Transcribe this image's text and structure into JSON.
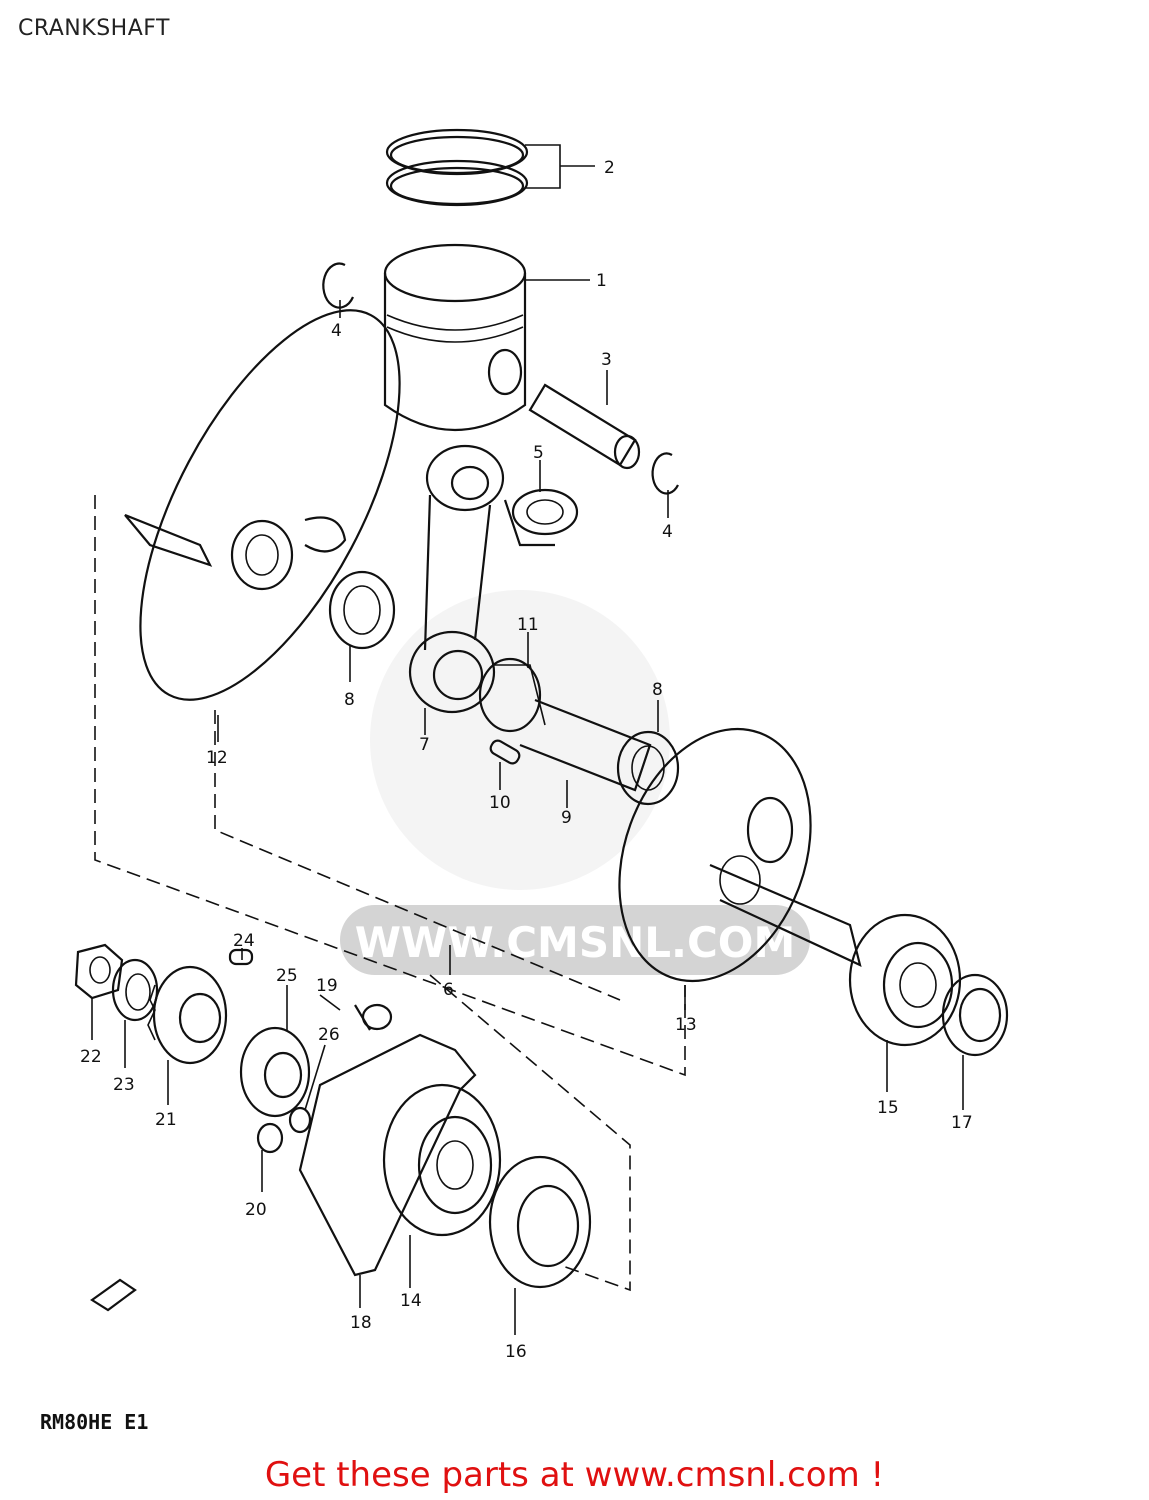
{
  "title": "CRANKSHAFT",
  "model_code": "RM80HE E1",
  "cta": "Get these parts at www.cmsnl.com !",
  "watermark": "WWW.CMSNL.COM",
  "colors": {
    "cta": "#e01010",
    "watermark": "#d4d4d4",
    "line": "#111111"
  },
  "callouts": [
    {
      "id": "1",
      "label": "1"
    },
    {
      "id": "2",
      "label": "2"
    },
    {
      "id": "3",
      "label": "3"
    },
    {
      "id": "4a",
      "label": "4"
    },
    {
      "id": "4b",
      "label": "4"
    },
    {
      "id": "5",
      "label": "5"
    },
    {
      "id": "6",
      "label": "6"
    },
    {
      "id": "7",
      "label": "7"
    },
    {
      "id": "8a",
      "label": "8"
    },
    {
      "id": "8b",
      "label": "8"
    },
    {
      "id": "9",
      "label": "9"
    },
    {
      "id": "10",
      "label": "10"
    },
    {
      "id": "11",
      "label": "11"
    },
    {
      "id": "12",
      "label": "12"
    },
    {
      "id": "13",
      "label": "13"
    },
    {
      "id": "14",
      "label": "14"
    },
    {
      "id": "15",
      "label": "15"
    },
    {
      "id": "16",
      "label": "16"
    },
    {
      "id": "17",
      "label": "17"
    },
    {
      "id": "18",
      "label": "18"
    },
    {
      "id": "19",
      "label": "19"
    },
    {
      "id": "20",
      "label": "20"
    },
    {
      "id": "21",
      "label": "21"
    },
    {
      "id": "22",
      "label": "22"
    },
    {
      "id": "23",
      "label": "23"
    },
    {
      "id": "24",
      "label": "24"
    },
    {
      "id": "25",
      "label": "25"
    },
    {
      "id": "26",
      "label": "26"
    }
  ]
}
